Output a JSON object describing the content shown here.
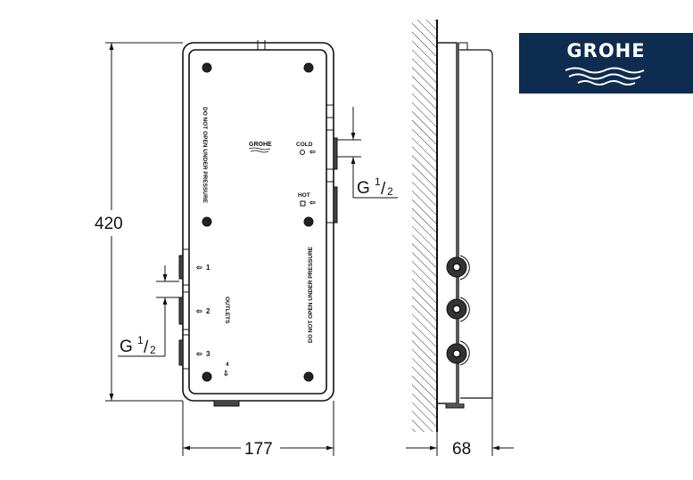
{
  "title": "GROHE concealed body dimension drawing",
  "logo": {
    "text": "GROHE",
    "color": "#0e2b50"
  },
  "dimensions": {
    "height": "420",
    "width": "177",
    "depth": "68",
    "thread_g": "G",
    "thread_num": "1",
    "thread_den": "2"
  },
  "device": {
    "warning": "DO NOT OPEN UNDER PRESSURE",
    "brand": "GROHE",
    "cold": "COLD",
    "hot": "HOT",
    "outlets_label": "OUTLETS",
    "outlets": [
      "1",
      "2",
      "3",
      "4"
    ]
  }
}
